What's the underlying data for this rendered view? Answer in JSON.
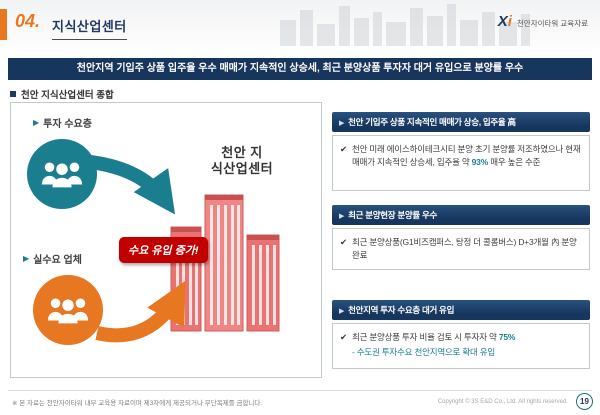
{
  "header": {
    "number": "04.",
    "title": "지식산업센터",
    "logo_x": "X",
    "logo_i": "i",
    "brand_text": "천안자이타워 교육자료"
  },
  "banner": {
    "text": "천안지역 기입주 상품 입주율 우수 매매가 지속적인 상승세, 최근 분양상품 투자자 대거 유입으로 분양률 우수"
  },
  "section": {
    "title": "천안 지식산업센터 종합"
  },
  "icons": {
    "triangle": "▶",
    "check": "✔"
  },
  "diagram": {
    "investor_label": "투자 수요층",
    "enduser_label": "실수요 업체",
    "center_line1": "천안 지",
    "center_line2": "식산업센터",
    "badge": "수요 유입 증가!"
  },
  "insights": {
    "items": [
      {
        "title": "천안 기입주 상품 지속적인 매매가 상승, 입주율 高",
        "pre": "천안 미래 에이스하이테크시티 분양 초기 분양률 저조하였으나 현재 매매가 지속적인 상승세, 입주율 약 ",
        "em": "93%",
        "post": " 매우 높은 수준",
        "line2": ""
      },
      {
        "title": "최근 분양현장 분양률 우수",
        "pre": "최근 분양상품(G1비즈캠퍼스, 탕정 더 콜롬버스) D+3개월 內 분양완료",
        "em": "",
        "post": "",
        "line2": ""
      },
      {
        "title": "천안지역 투자 수요층 대거 유입",
        "pre": "최근 분양상품 투자 비율 검토 시 투자자 약 ",
        "em": "75%",
        "post": "",
        "line2": "- 수도권 투자수요 천안지역으로 확대 유입"
      }
    ]
  },
  "footer": {
    "disclaimer": "※ 본 자료는 천안자이타워 내부 교육용 자료이며 제3자에게 제공되거나 무단복제를 금합니다.",
    "copyright": "Copyright © 3S E&D Co., Ltd. All rights reserved.",
    "page": "19"
  },
  "colors": {
    "accent_orange": "#E87722",
    "navy": "#17365D",
    "teal": "#1B7E8F",
    "badge_red": "#C00000",
    "building_pink": "#E97272"
  }
}
